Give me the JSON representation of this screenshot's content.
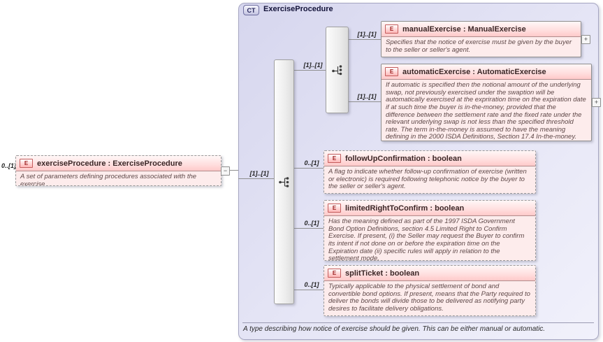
{
  "root_element": {
    "badge": "E",
    "cardinality": "0..[1]",
    "title": "exerciseProcedure : ExerciseProcedure",
    "description": "A set of parameters defining procedures associated with the exercise."
  },
  "complex_type": {
    "badge": "CT",
    "title": "ExerciseProcedure",
    "annotation": "A type describing how notice of exercise should be given. This can be either manual or automatic."
  },
  "compositors": {
    "sequence_cardinality": "[1]..[1]",
    "choice_cardinality": "[1]..[1]"
  },
  "elements": [
    {
      "badge": "E",
      "title": "manualExercise : ManualExercise",
      "cardinality": "[1]..[1]",
      "description": "Specifies that the notice of exercise must be given by the buyer to the seller or seller's agent."
    },
    {
      "badge": "E",
      "title": "automaticExercise : AutomaticExercise",
      "cardinality": "[1]..[1]",
      "description": "If automatic is specified then the notional amount of the underlying swap, not previously exercised under the swaption will be automatically exercised at the expriration time on the expiration date if at such time the buyer is in-the-money, provided that the difference between the settlement rate and the fixed rate under the relevant underlying swap is not less than the specified threshold rate. The term in-the-money is assumed to have the meaning defining in the 2000 ISDA Definitions, Section 17.4 In-the-money."
    },
    {
      "badge": "E",
      "title": "followUpConfirmation : boolean",
      "cardinality": "0..[1]",
      "description": "A flag to indicate whether follow-up confirmation of exercise (written or electronic) is required following telephonic notice by the buyer to the seller or seller's agent."
    },
    {
      "badge": "E",
      "title": "limitedRightToConfirm : boolean",
      "cardinality": "0..[1]",
      "description": "Has the meaning defined as part of the 1997 ISDA Government Bond Option Definitions, section 4.5 Limited Right to Confirm Exercise. If present, (i) the Seller may request the Buyer to confirm its intent if not done on or before the expiration time on the Expiration date (ii) specific rules will apply in relation to the settlement mode."
    },
    {
      "badge": "E",
      "title": "splitTicket : boolean",
      "cardinality": "0..[1]",
      "description": "Typically applicable to the physical settlement of bond and convertible bond options. If present, means that the Party required to deliver the bonds will divide those to be delivered as notifying party desires to facilitate delivery obligations."
    }
  ],
  "controls": {
    "expand": "+",
    "collapse": "−"
  },
  "colors": {
    "element_pink": "#fdecec",
    "element_header_pink": "#ffc9c9",
    "element_border_red": "#c25c5c",
    "complex_type_lavender": "#e0e0f2",
    "connector_gray": "#8f8f8f"
  }
}
